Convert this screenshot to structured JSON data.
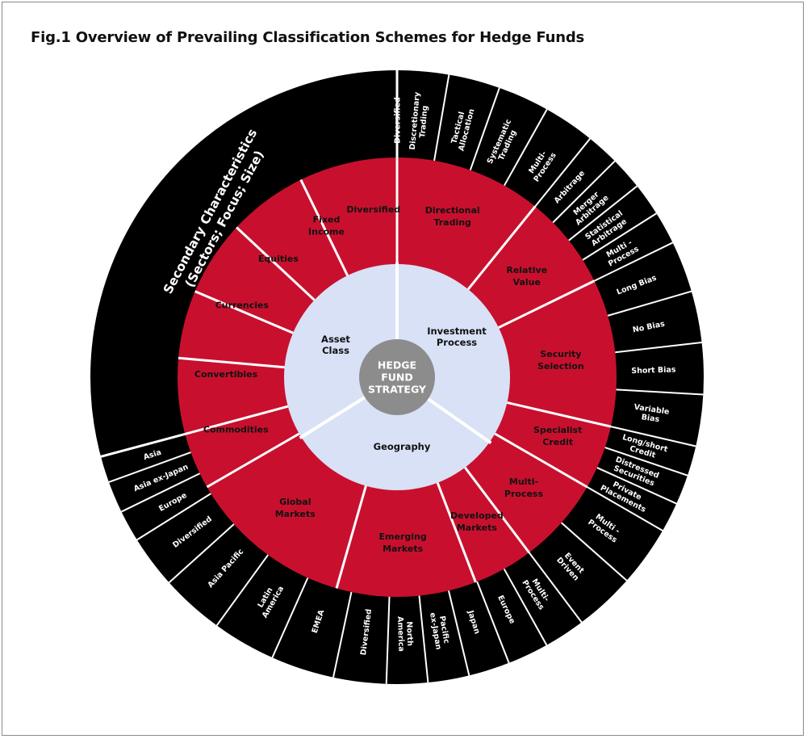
{
  "title": "Fig.1 Overview of Prevailing Classification Schemes for Hedge Funds",
  "colors": {
    "outer": "#000000",
    "ring": "#c8102e",
    "inner": "#d8e1f6",
    "hub": "#8c8c8c",
    "divider": "#ffffff"
  },
  "center": {
    "lines": [
      "HEDGE",
      "FUND",
      "STRATEGY"
    ]
  },
  "inner_sections": [
    {
      "id": "investment-process",
      "lines": [
        "Investment",
        "Process"
      ]
    },
    {
      "id": "geography",
      "lines": [
        "Geography"
      ]
    },
    {
      "id": "asset-class",
      "lines": [
        "Asset",
        "Class"
      ]
    }
  ],
  "secondary_label": {
    "lines": [
      "Secondary Characteristics",
      "(Sectors; Focus; Size)"
    ]
  },
  "middle_ring": [
    {
      "id": "directional-trading",
      "lines": [
        "Directional",
        "Trading"
      ]
    },
    {
      "id": "relative-value",
      "lines": [
        "Relative",
        "Value"
      ]
    },
    {
      "id": "security-selection",
      "lines": [
        "Security",
        "Selection"
      ]
    },
    {
      "id": "specialist-credit",
      "lines": [
        "Specialist",
        "Credit"
      ]
    },
    {
      "id": "multi-process",
      "lines": [
        "Multi-",
        "Process"
      ]
    },
    {
      "id": "developed-markets",
      "lines": [
        "Developed",
        "Markets"
      ]
    },
    {
      "id": "emerging-markets",
      "lines": [
        "Emerging",
        "Markets"
      ]
    },
    {
      "id": "global-markets",
      "lines": [
        "Global",
        "Markets"
      ]
    },
    {
      "id": "commodities",
      "lines": [
        "Commodities"
      ]
    },
    {
      "id": "convertibles",
      "lines": [
        "Convertibles"
      ]
    },
    {
      "id": "currencies",
      "lines": [
        "Currencies"
      ]
    },
    {
      "id": "equities",
      "lines": [
        "Equities"
      ]
    },
    {
      "id": "fixed-income",
      "lines": [
        "Fixed",
        "Income"
      ]
    },
    {
      "id": "diversified",
      "lines": [
        "Diversified"
      ]
    }
  ],
  "outer_ring": [
    {
      "id": "discretionary-trading",
      "lines": [
        "Discretionary",
        "Trading"
      ]
    },
    {
      "id": "tactical-allocation",
      "lines": [
        "Tactical",
        "Allocation"
      ]
    },
    {
      "id": "systematic-trading",
      "lines": [
        "Systematic",
        "Trading"
      ]
    },
    {
      "id": "multi-process-dt",
      "lines": [
        "Multi-",
        "Process"
      ]
    },
    {
      "id": "arbitrage",
      "lines": [
        "Arbitrage"
      ]
    },
    {
      "id": "merger-arbitrage",
      "lines": [
        "Merger",
        "Arbitrage"
      ]
    },
    {
      "id": "statistical-arbitrage",
      "lines": [
        "Statistical",
        "Arbitrage"
      ]
    },
    {
      "id": "multi-process-rv",
      "lines": [
        "Multi -",
        "Process"
      ]
    },
    {
      "id": "long-bias",
      "lines": [
        "Long Bias"
      ]
    },
    {
      "id": "no-bias",
      "lines": [
        "No Bias"
      ]
    },
    {
      "id": "short-bias",
      "lines": [
        "Short Bias"
      ]
    },
    {
      "id": "variable-bias",
      "lines": [
        "Variable",
        "Bias"
      ]
    },
    {
      "id": "long-short-credit",
      "lines": [
        "Long/short",
        "Credit"
      ]
    },
    {
      "id": "distressed-securities",
      "lines": [
        "Distressed",
        "Securities"
      ]
    },
    {
      "id": "private-placements",
      "lines": [
        "Private",
        "Placements"
      ]
    },
    {
      "id": "multi-process-sc",
      "lines": [
        "Multi -",
        "Process"
      ]
    },
    {
      "id": "event-driven",
      "lines": [
        "Event",
        "Driven"
      ]
    },
    {
      "id": "multi-process-mp",
      "lines": [
        "Multi-",
        "Process"
      ]
    },
    {
      "id": "europe-dm",
      "lines": [
        "Europe"
      ]
    },
    {
      "id": "japan",
      "lines": [
        "Japan"
      ]
    },
    {
      "id": "pacific-ex-japan",
      "lines": [
        "Pacific",
        "ex-Japan"
      ]
    },
    {
      "id": "north-america",
      "lines": [
        "North",
        "America"
      ]
    },
    {
      "id": "diversified-dm",
      "lines": [
        "Diversified"
      ]
    },
    {
      "id": "emea",
      "lines": [
        "EMEA"
      ]
    },
    {
      "id": "latin-america",
      "lines": [
        "Latin",
        "America"
      ]
    },
    {
      "id": "asia-pacific",
      "lines": [
        "Asia Pacific"
      ]
    },
    {
      "id": "diversified-em",
      "lines": [
        "Diversified"
      ]
    },
    {
      "id": "europe-gm",
      "lines": [
        "Europe"
      ]
    },
    {
      "id": "asia-ex-japan",
      "lines": [
        "Asia ex-Japan"
      ]
    },
    {
      "id": "asia",
      "lines": [
        "Asia"
      ]
    },
    {
      "id": "diversified-gm",
      "lines": [
        "Diversified"
      ]
    }
  ]
}
